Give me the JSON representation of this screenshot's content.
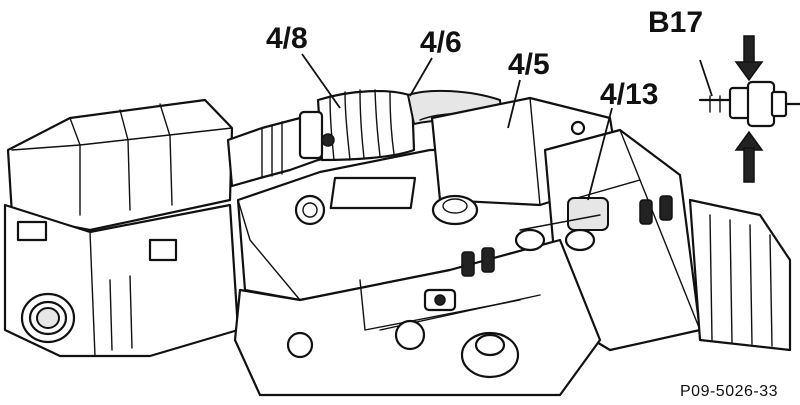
{
  "labels": {
    "hose": "4/8",
    "intake_pipe": "4/6",
    "manifold_cover": "4/5",
    "connector": "4/13",
    "sensor": "B17"
  },
  "figure_code": "P09-5026-33"
}
